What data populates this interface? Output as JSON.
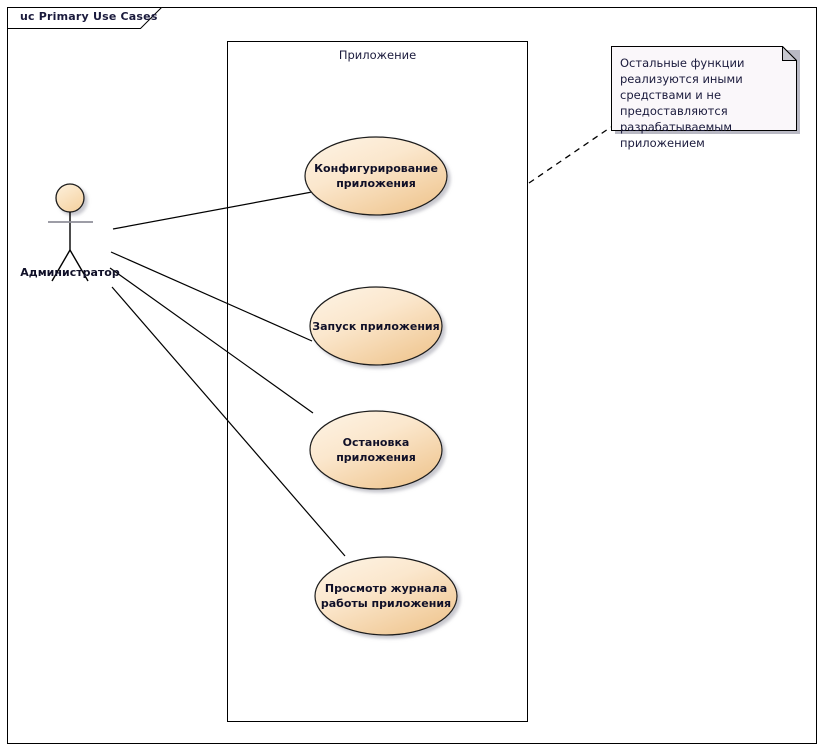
{
  "diagram": {
    "title_tab": "uc Primary Use Cases",
    "type": "uml-use-case-diagram"
  },
  "system_boundary": {
    "label": "Приложение"
  },
  "actors": [
    {
      "name": "administrator",
      "label": "Администратор"
    }
  ],
  "use_cases": [
    {
      "id": "configure",
      "line1": "Конфигурирование",
      "line2": "приложения"
    },
    {
      "id": "start",
      "line1": "Запуск приложения",
      "line2": ""
    },
    {
      "id": "stop",
      "line1": "Остановка",
      "line2": "приложения"
    },
    {
      "id": "view-log",
      "line1": "Просмотр журнала",
      "line2": "работы приложения"
    }
  ],
  "note": {
    "text": "Остальные функции реализуются иными средствами и не предоставляются разрабатываемым приложением"
  },
  "colors": {
    "use_case_fill_light": "#fdf2e0",
    "use_case_fill_dark": "#f2cfa3",
    "use_case_stroke": "#1a1a1a",
    "actor_head_fill": "#fbe3c3",
    "note_fill": "#faf7fa",
    "note_stroke": "#000000",
    "note_fold_fill": "#c8c8d0",
    "note_shadow": "#b9b9c4",
    "line_stroke": "#000000",
    "text_color": "#1a1a3c",
    "frame_stroke": "#000000"
  }
}
